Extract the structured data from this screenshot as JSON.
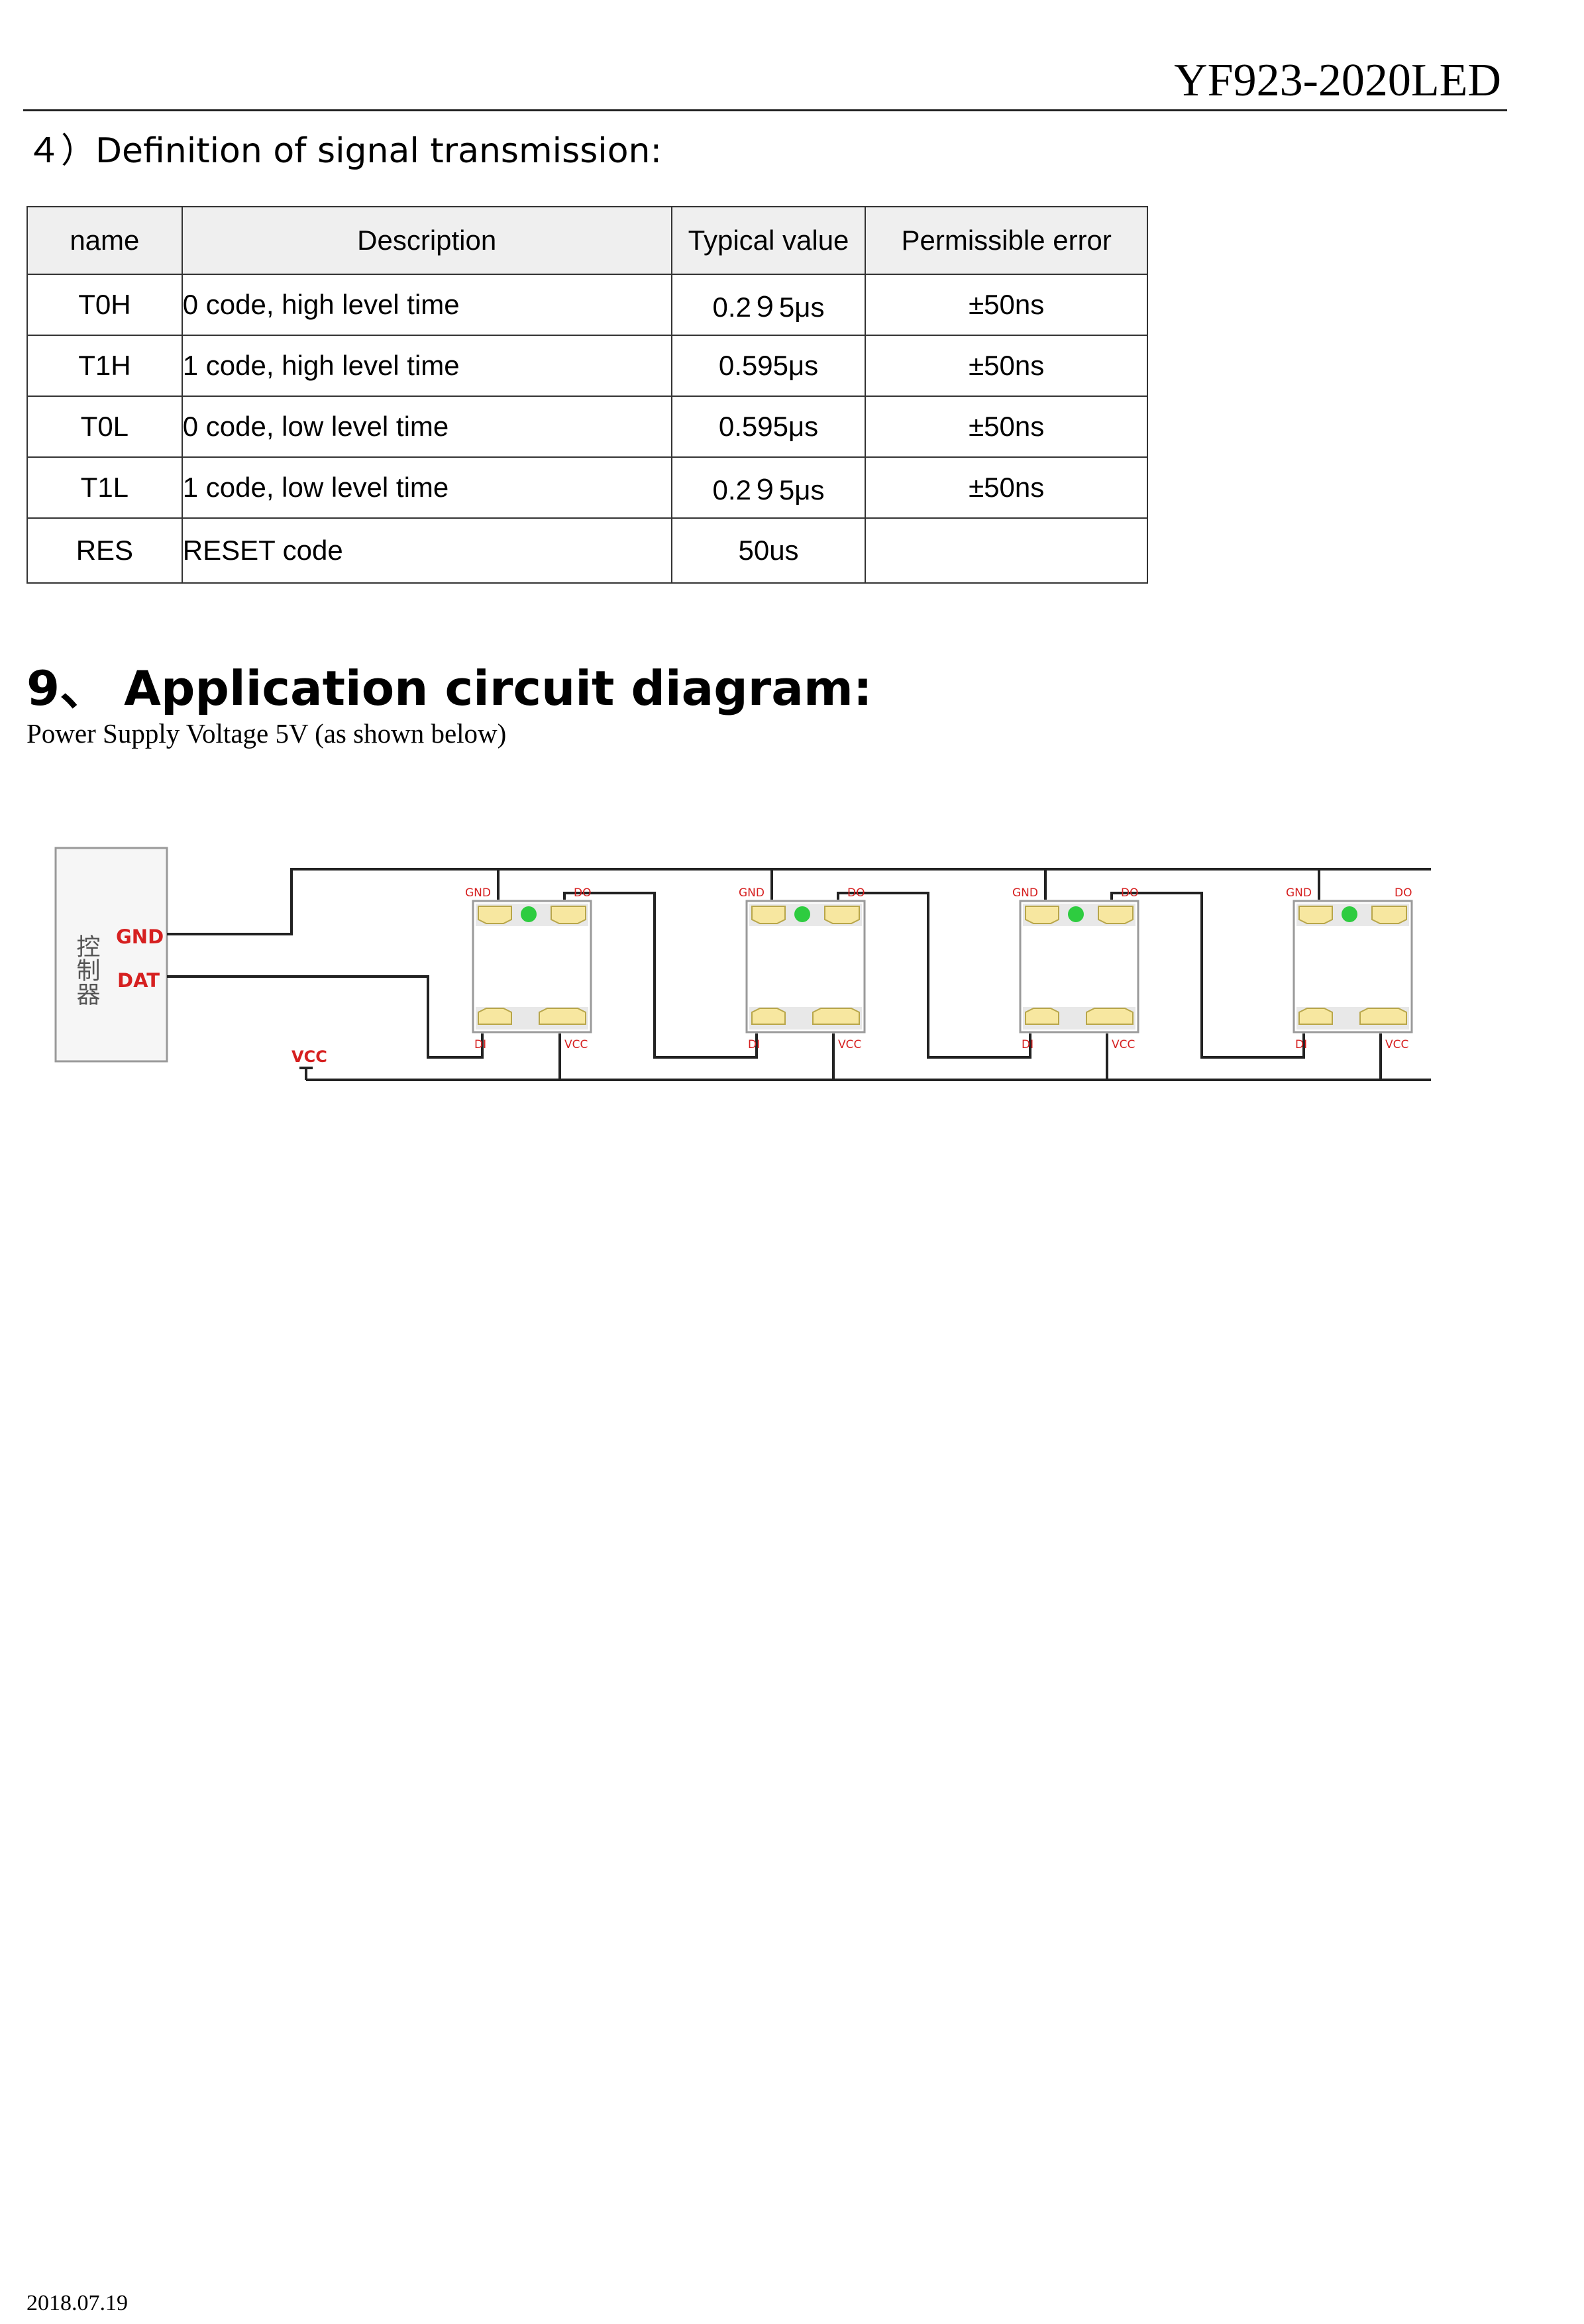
{
  "header": {
    "title": "YF923-2020LED"
  },
  "signal_section": {
    "heading": "４）Definition of signal transmission:",
    "columns": [
      "name",
      "Description",
      "Typical value",
      "Permissible error"
    ],
    "rows": [
      {
        "name": "T0H",
        "description": "0 code, high level time",
        "typical": "0.2９5μs",
        "error": "±50ns"
      },
      {
        "name": "T1H",
        "description": "1 code, high level time",
        "typical": "0.595μs",
        "error": "±50ns"
      },
      {
        "name": "T0L",
        "description": "0 code, low level time",
        "typical": "0.595μs",
        "error": "±50ns"
      },
      {
        "name": "T1L",
        "description": "1 code, low level time",
        "typical": "0.2９5μs",
        "error": "±50ns"
      },
      {
        "name": "RES",
        "description": "RESET code",
        "typical": "50us",
        "error": ""
      }
    ]
  },
  "application": {
    "title": "9、 Application circuit diagram:",
    "subtitle": "Power Supply Voltage 5V (as shown below)"
  },
  "circuit": {
    "controller_label": "控制器",
    "controller_pins": [
      "GND",
      "DAT"
    ],
    "vcc_label": "VCC",
    "led_top_pins": [
      "GND",
      "DO"
    ],
    "led_bottom_pins": [
      "DI",
      "VCC"
    ],
    "led_count": 4,
    "pin_label_color": "#d62020",
    "led_dot_color": "#2ecc40",
    "pad_color": "#f7e7a0"
  },
  "footer": {
    "date": "2018.07.19"
  }
}
